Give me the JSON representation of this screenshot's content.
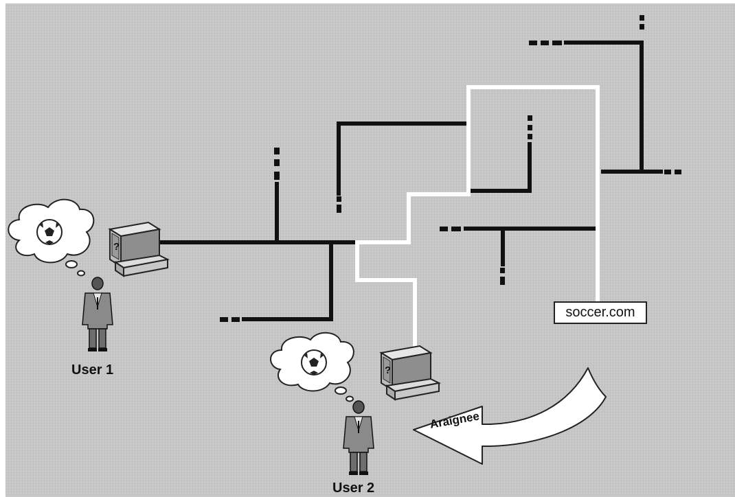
{
  "diagram": {
    "users": [
      {
        "id": "user1",
        "label": "User 1"
      },
      {
        "id": "user2",
        "label": "User 2"
      }
    ],
    "server": {
      "label": "soccer.com"
    },
    "crawler": {
      "label": "Araignee"
    },
    "computer_screen_glyph": "?",
    "icons": [
      "thought-bubble-icon",
      "soccer-ball-icon",
      "person-icon",
      "computer-icon",
      "curved-arrow-icon"
    ],
    "colors": {
      "background": "#c6c6c6",
      "network_line": "#111111",
      "crawl_path": "#ffffff",
      "screen": "#9a9a9a"
    }
  }
}
